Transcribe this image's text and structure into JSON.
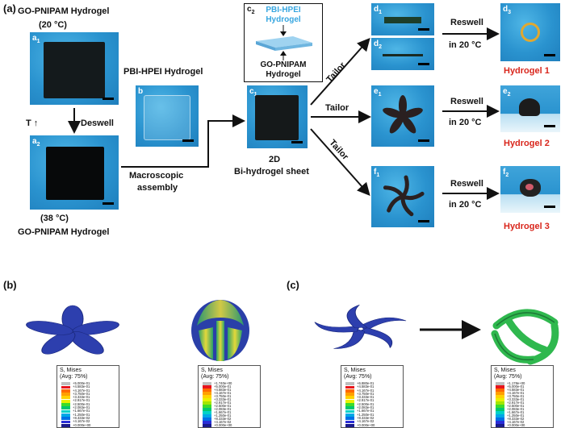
{
  "panel_letters": {
    "a": "(a)",
    "b": "(b)",
    "c": "(c)"
  },
  "top_left_title": "GO-PNIPAM Hydrogel",
  "temp_20": "(20 °C)",
  "temp_38": "(38 °C)",
  "bottom_left_title": "GO-PNIPAM Hydrogel",
  "t_up": "T ↑",
  "deswell": "Deswell",
  "pbi_label": "PBI-HPEI  Hydrogel",
  "macroscopic": "Macroscopic",
  "assembly": "assembly",
  "bi_2d": "2D",
  "bi_sheet": "Bi-hydrogel sheet",
  "c2_box": {
    "tag": "c",
    "tag_sub": "2",
    "pbi": "PBI-HPEI",
    "pbi2": "Hydrogel",
    "go": "GO-PNIPAM",
    "go2": "Hydrogel"
  },
  "tailor": "Tailor",
  "reswell": "Reswell",
  "in20": "in 20 °C",
  "hydrogel1": "Hydrogel 1",
  "hydrogel2": "Hydrogel 2",
  "hydrogel3": "Hydrogel 3",
  "photos": {
    "a1": {
      "tag": "a",
      "sub": "1"
    },
    "a2": {
      "tag": "a",
      "sub": "2"
    },
    "b": {
      "tag": "b",
      "sub": ""
    },
    "c1": {
      "tag": "c",
      "sub": "1"
    },
    "d1": {
      "tag": "d",
      "sub": "1"
    },
    "d2": {
      "tag": "d",
      "sub": "2"
    },
    "d3": {
      "tag": "d",
      "sub": "3"
    },
    "e1": {
      "tag": "e",
      "sub": "1"
    },
    "e2": {
      "tag": "e",
      "sub": "2"
    },
    "f1": {
      "tag": "f",
      "sub": "1"
    },
    "f2": {
      "tag": "f",
      "sub": "2"
    }
  },
  "legend_colors": [
    "#bfbfbf",
    "#e8141c",
    "#ff6a00",
    "#ff9f00",
    "#ffd200",
    "#e9f000",
    "#a3e600",
    "#3ddc2a",
    "#00c86e",
    "#00d2c8",
    "#00a8e6",
    "#0070e6",
    "#2a2ed8",
    "#1a1a8c"
  ],
  "legends": [
    {
      "title": "S, Mises\n(Avg: 75%)",
      "values": [
        "+5.000e-01",
        "+4.583e-01",
        "+4.167e-01",
        "+3.750e-01",
        "+3.333e-01",
        "+2.917e-01",
        "+2.500e-01",
        "+2.083e-01",
        "+1.667e-01",
        "+1.250e-01",
        "+8.333e-02",
        "+4.167e-02",
        "+0.000e+00"
      ]
    },
    {
      "title": "S, Mises\n(Avg: 75%)",
      "values": [
        "+1.740e+00",
        "+5.000e-01",
        "+4.583e-01",
        "+4.167e-01",
        "+3.750e-01",
        "+3.333e-01",
        "+2.917e-01",
        "+2.500e-01",
        "+2.083e-01",
        "+1.667e-01",
        "+1.250e-01",
        "+8.333e-02",
        "+4.167e-02",
        "+0.000e+00"
      ]
    },
    {
      "title": "S, Mises\n(Avg: 75%)",
      "values": [
        "+6.880e-01",
        "+4.583e-01",
        "+4.167e-01",
        "+3.750e-01",
        "+3.333e-01",
        "+2.917e-01",
        "+2.500e-01",
        "+2.083e-01",
        "+1.667e-01",
        "+1.250e-01",
        "+8.333e-02",
        "+4.167e-02",
        "+0.000e+00"
      ]
    },
    {
      "title": "S, Mises\n(Avg: 75%)",
      "values": [
        "+1.178e+00",
        "+5.000e-01",
        "+4.583e-01",
        "+4.167e-01",
        "+3.750e-01",
        "+3.333e-01",
        "+2.917e-01",
        "+2.500e-01",
        "+2.083e-01",
        "+1.667e-01",
        "+1.250e-01",
        "+8.333e-02",
        "+4.167e-02",
        "+0.000e+00"
      ]
    }
  ]
}
